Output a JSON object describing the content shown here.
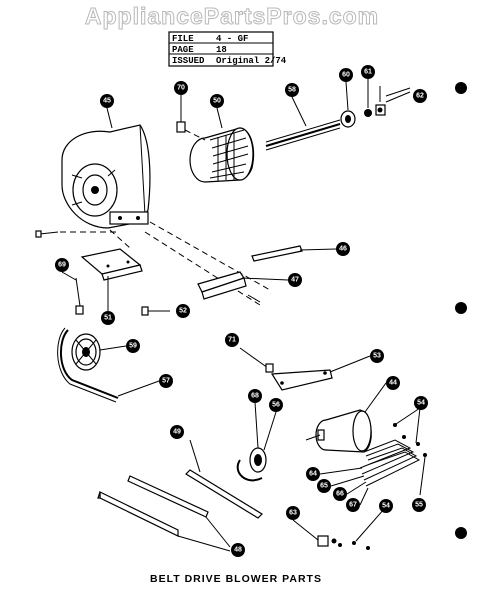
{
  "watermark": "AppliancePartsPros.com",
  "info_box": {
    "rows": [
      {
        "label": "FILE",
        "value": "4 - GF"
      },
      {
        "label": "PAGE",
        "value": "18"
      },
      {
        "label": "ISSUED",
        "value": "Original 2/74"
      }
    ]
  },
  "callouts": [
    "45",
    "50",
    "70",
    "58",
    "60",
    "61",
    "62",
    "46",
    "47",
    "69",
    "51",
    "52",
    "59",
    "57",
    "71",
    "53",
    "44",
    "54",
    "68",
    "56",
    "64",
    "65",
    "66",
    "67",
    "55",
    "49",
    "63",
    "54",
    "48"
  ],
  "caption": "BELT DRIVE BLOWER PARTS"
}
